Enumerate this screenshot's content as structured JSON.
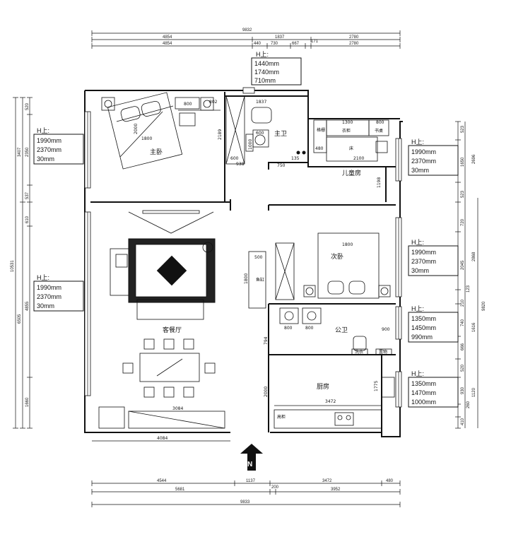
{
  "top_dims": {
    "overall": "9832",
    "row1": [
      "4854",
      "1837",
      "2780"
    ],
    "row2": [
      "4854",
      "440",
      "730",
      "667",
      "171",
      "2780"
    ]
  },
  "bottom_dims": {
    "row1": [
      "4544",
      "1137",
      "3472",
      "480"
    ],
    "row2": [
      "5681",
      "200",
      "3952"
    ],
    "overall": "9833"
  },
  "left_dims": {
    "total": "10531",
    "a": [
      "3407",
      "6505"
    ],
    "b": [
      "520",
      "2350",
      "537",
      "610",
      "4855",
      "1660"
    ]
  },
  "right_dims": {
    "total": "9820",
    "a": [
      "2696",
      "2868",
      "1616",
      "1120"
    ],
    "b": [
      "523",
      "1650",
      "523",
      "720",
      "2045",
      "123",
      "210",
      "740",
      "666",
      "520",
      "930",
      "260",
      "410"
    ]
  },
  "window_notes": [
    {
      "id": "top",
      "head": "H上:",
      "lines": [
        "1440mm",
        "1740mm",
        "710mm"
      ]
    },
    {
      "id": "left1",
      "head": "H上:",
      "lines": [
        "1990mm",
        "2370mm",
        "30mm"
      ]
    },
    {
      "id": "left2",
      "head": "H上:",
      "lines": [
        "1990mm",
        "2370mm",
        "30mm"
      ]
    },
    {
      "id": "right1",
      "head": "H上:",
      "lines": [
        "1990mm",
        "2370mm",
        "30mm"
      ]
    },
    {
      "id": "right2",
      "head": "H上:",
      "lines": [
        "1990mm",
        "2370mm",
        "30mm"
      ]
    },
    {
      "id": "right3",
      "head": "H上:",
      "lines": [
        "1350mm",
        "1450mm",
        "990mm"
      ]
    },
    {
      "id": "right4",
      "head": "H上:",
      "lines": [
        "1350mm",
        "1470mm",
        "1000mm"
      ]
    }
  ],
  "rooms": {
    "master_bedroom": "主卧",
    "master_bath": "主卫",
    "kids_room": "儿童房",
    "second_bedroom": "次卧",
    "living_dining": "客餐厅",
    "public_bath": "公卫",
    "kitchen": "厨房"
  },
  "furniture_labels": {
    "wardrobe": "衣柜",
    "desk": "书桌",
    "bed": "床",
    "book_shelf": "格栅",
    "fish_tank": "鱼缸",
    "tall_cabinet": "高柜",
    "washer": "洗衣",
    "rack": "置物"
  },
  "inner_dims": {
    "mb_bed_w": "1800",
    "mb_bed_l": "2000",
    "mb_desk": "800",
    "mb_w802": "802",
    "mb_2189": "2189",
    "mbath_1837": "1837",
    "mbath_600a": "600",
    "mbath_600b": "600",
    "mbath_1000": "1000",
    "mbath_938": "938",
    "mbath_750": "750",
    "mbath_135": "135",
    "kid_1300": "1300",
    "kid_800": "800",
    "kid_480": "480",
    "kid_2100": "2100",
    "kid_1198": "1198",
    "sb_1800": "1800",
    "fish_500": "500",
    "fish_1800": "1800",
    "pb_800a": "800",
    "pb_800b": "800",
    "pb_900": "900",
    "pb_794": "794",
    "k_2000": "2000",
    "k_1775": "1775",
    "k_3472": "3472",
    "lv_3084": "3084",
    "lv_4084": "4084"
  },
  "north_arrow": "N"
}
